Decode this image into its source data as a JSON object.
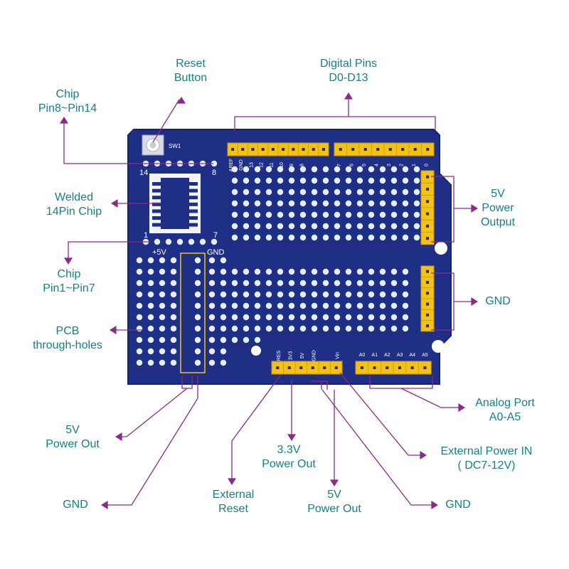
{
  "colors": {
    "board": "#1f2f86",
    "board_edge": "#16226a",
    "hole": "#e6eefc",
    "header": "#f2c218",
    "header_dark": "#c79a0e",
    "pin": "#3a2a10",
    "leader": "#8a2a8a",
    "label_text": "#157f86",
    "silk": "#ffffff"
  },
  "labels": {
    "reset_button": [
      "Reset",
      "Button"
    ],
    "digital_pins": [
      "Digital Pins",
      "D0-D13"
    ],
    "chip_pin8": [
      "Chip",
      "Pin8~Pin14"
    ],
    "welded_chip": [
      "Welded",
      "14Pin Chip"
    ],
    "chip_pin1": [
      "Chip",
      "Pin1~Pin7"
    ],
    "pcb_holes": [
      "PCB",
      "through-holes"
    ],
    "power_5v_output": [
      "5V",
      "Power",
      "Output"
    ],
    "gnd_right": [
      "GND"
    ],
    "analog_port": [
      "Analog  Port",
      "A0-A5"
    ],
    "external_power_in": [
      "External Power IN",
      "( DC7-12V)"
    ],
    "gnd_bottom_right": [
      "GND"
    ],
    "power_5v_out_bottom": [
      "5V",
      "Power Out"
    ],
    "power_3v3_out": [
      "3.3V",
      "Power Out"
    ],
    "external_reset": [
      "External",
      "Reset"
    ],
    "power_5v_out_left": [
      "5V",
      "Power Out"
    ],
    "gnd_bottom_left": [
      "GND"
    ]
  },
  "silkscreen": {
    "switch": "SW1",
    "chip_pin14": "14",
    "chip_pin8": "8",
    "chip_pin1": "1",
    "chip_pin7": "7",
    "rail_5v": "+5V",
    "rail_gnd": "GND",
    "digital_top": [
      "AREF",
      "GND",
      "13",
      "12",
      "11",
      "10",
      "9",
      "8",
      "7",
      "6",
      "5",
      "4",
      "3",
      "2",
      "1",
      "0"
    ],
    "power_header": [
      "RES",
      "3V3",
      "5V",
      "GND",
      "",
      "Vin"
    ],
    "analog_header": [
      "A0",
      "A1",
      "A2",
      "A3",
      "A4",
      "A5"
    ]
  }
}
